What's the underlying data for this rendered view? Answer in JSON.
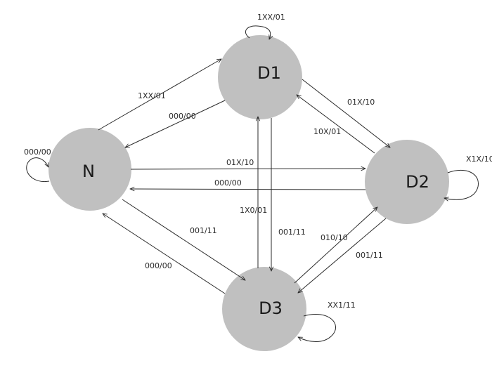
{
  "states": {
    "N": {
      "name": "N"
    },
    "D1": {
      "name": "D1"
    },
    "D2": {
      "name": "D2"
    },
    "D3": {
      "name": "D3"
    }
  },
  "transitions": [
    {
      "id": "n-loop",
      "from": "N",
      "to": "N",
      "label": "000/00"
    },
    {
      "id": "n-d1",
      "from": "N",
      "to": "D1",
      "label": "1XX/01"
    },
    {
      "id": "d1-n",
      "from": "D1",
      "to": "N",
      "label": "000/00"
    },
    {
      "id": "n-d2",
      "from": "N",
      "to": "D2",
      "label": "01X/10"
    },
    {
      "id": "d2-n",
      "from": "D2",
      "to": "N",
      "label": "000/00"
    },
    {
      "id": "n-d3",
      "from": "N",
      "to": "D3",
      "label": "001/11"
    },
    {
      "id": "d3-n",
      "from": "D3",
      "to": "N",
      "label": "000/00"
    },
    {
      "id": "d1-loop",
      "from": "D1",
      "to": "D1",
      "label": "1XX/01"
    },
    {
      "id": "d1-d2",
      "from": "D1",
      "to": "D2",
      "label": "01X/10"
    },
    {
      "id": "d2-d1",
      "from": "D2",
      "to": "D1",
      "label": "10X/01"
    },
    {
      "id": "d1-d3",
      "from": "D1",
      "to": "D3",
      "label": "001/11"
    },
    {
      "id": "d3-d1",
      "from": "D3",
      "to": "D1",
      "label": "1X0/01"
    },
    {
      "id": "d2-loop",
      "from": "D2",
      "to": "D2",
      "label": "X1X/10"
    },
    {
      "id": "d3-d2",
      "from": "D3",
      "to": "D2",
      "label": "010/10"
    },
    {
      "id": "d2-d3",
      "from": "D2",
      "to": "D3",
      "label": "001/11"
    },
    {
      "id": "d3-loop",
      "from": "D3",
      "to": "D3",
      "label": "XX1/11"
    }
  ],
  "colors": {
    "state_fill": "#c0c0c0",
    "line": "#2a2a2a",
    "text": "#1a1a1a"
  }
}
